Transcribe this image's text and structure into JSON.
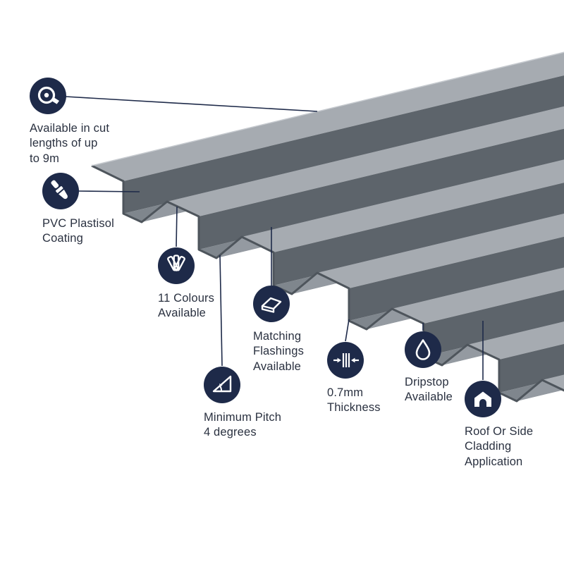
{
  "colors": {
    "navy": "#1e2a49",
    "text": "#2a3140",
    "sheet_crest": "#a6abb1",
    "sheet_slope_dark": "#5d646b",
    "sheet_trough": "#7f868d",
    "sheet_slope_light": "#949aa1",
    "sheet_edge": "#4e555c"
  },
  "illustration": {
    "subject": "grey box-profile corrugated cladding sheet"
  },
  "features": [
    {
      "icon": "tape-measure-icon",
      "label": "Available in cut\nlengths of up\nto 9m"
    },
    {
      "icon": "paintbrush-icon",
      "label": "PVC Plastisol\nCoating"
    },
    {
      "icon": "colour-swatch-icon",
      "label": "11 Colours\nAvailable"
    },
    {
      "icon": "flashing-icon",
      "label": "Matching\nFlashings\nAvailable"
    },
    {
      "icon": "pitch-icon",
      "label": "Minimum Pitch\n4 degrees"
    },
    {
      "icon": "thickness-icon",
      "label": "0.7mm\nThickness"
    },
    {
      "icon": "dripstop-icon",
      "label": "Dripstop\nAvailable"
    },
    {
      "icon": "roof-cladding-icon",
      "label": "Roof Or Side\nCladding\nApplication"
    }
  ]
}
